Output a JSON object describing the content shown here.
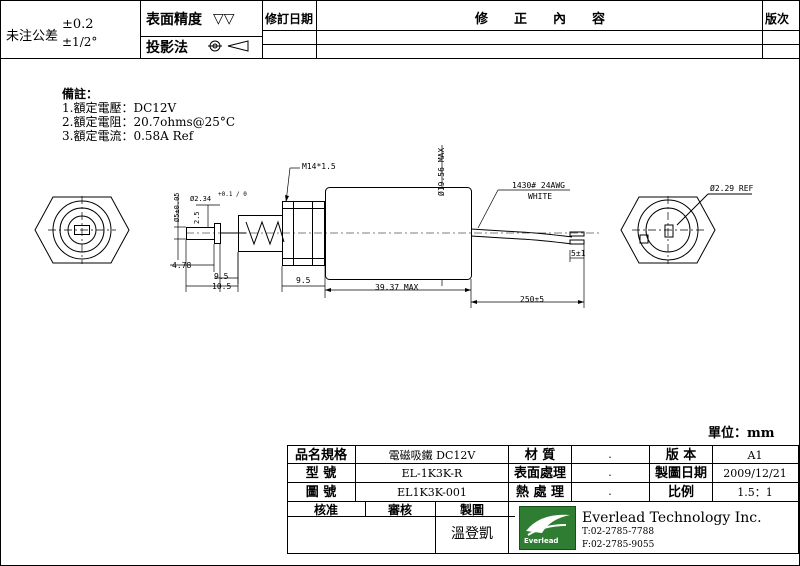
{
  "header": {
    "tol_prefix": "未注公差",
    "tol_top": "±0.2",
    "tol_bottom": "±1/2°",
    "surface_label": "表面精度",
    "surface_symbol": "▽▽",
    "projection_label": "投影法",
    "rev_date_label": "修訂日期",
    "revision_content_label": "修　　正　　內　　容",
    "version_label": "版次"
  },
  "notes": {
    "title": "備註：",
    "items": [
      "1.額定電壓：DC12V",
      "2.額定電阻：20.7ohms@25°C",
      "3.額定電流：0.58A Ref"
    ]
  },
  "dimensions": {
    "thread": "M14*1.5",
    "dia_max": "Ø19.56 MAX",
    "wire": "1430# 24AWG",
    "wire_color": "WHITE",
    "ref_dia": "Ø2.29 REF",
    "plunger_dia": "Ø5±0.05",
    "pin_dia": "Ø2.34",
    "pin_tol": "+0.1 / 0",
    "d_2_5": "2.5",
    "d_4_78": "4.78",
    "d_9_5a": "9.5",
    "d_10_5": "10.5",
    "d_9_5b": "9.5",
    "d_len": "39.37 MAX",
    "d_lead": "250±5",
    "d_strip": "5±1"
  },
  "unit_label": "單位：mm",
  "title_block": {
    "name_label": "品名規格",
    "name_value": "電磁吸鐵 DC12V",
    "model_label": "型 號",
    "model_value": "EL-1K3K-R",
    "drawing_label": "圖 號",
    "drawing_value": "EL1K3K-001",
    "material_label": "材 質",
    "material_value": ".",
    "surface_label": "表面處理",
    "surface_value": ".",
    "heat_label": "熱 處 理",
    "heat_value": ".",
    "version_label": "版 本",
    "version_value": "A1",
    "date_label": "製圖日期",
    "date_value": "2009/12/21",
    "scale_label": "比例",
    "scale_value": "1.5：1",
    "approve_label": "核准",
    "review_label": "審核",
    "draw_label": "製圖",
    "drafter": "溫登凱",
    "company": "Everlead Technology Inc.",
    "tel": "T:02-2785-7788",
    "fax": "F:02-2785-9055",
    "logo_text": "Everlead"
  }
}
